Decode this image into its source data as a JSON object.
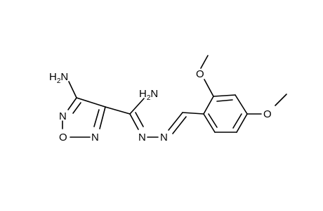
{
  "molecule": {
    "labels": {
      "nh2_top": {
        "main": "H",
        "sub": "2",
        "lead": "N"
      },
      "nh2_amide": {
        "main": "H",
        "sub": "2",
        "lead": "N"
      },
      "ring_n_upper": "N",
      "ring_o": "O",
      "ring_n_lower": "N",
      "hydrazone_n1": "N",
      "hydrazone_n2": "N",
      "methoxy_o1": "O",
      "methoxy_o2": "O"
    }
  }
}
